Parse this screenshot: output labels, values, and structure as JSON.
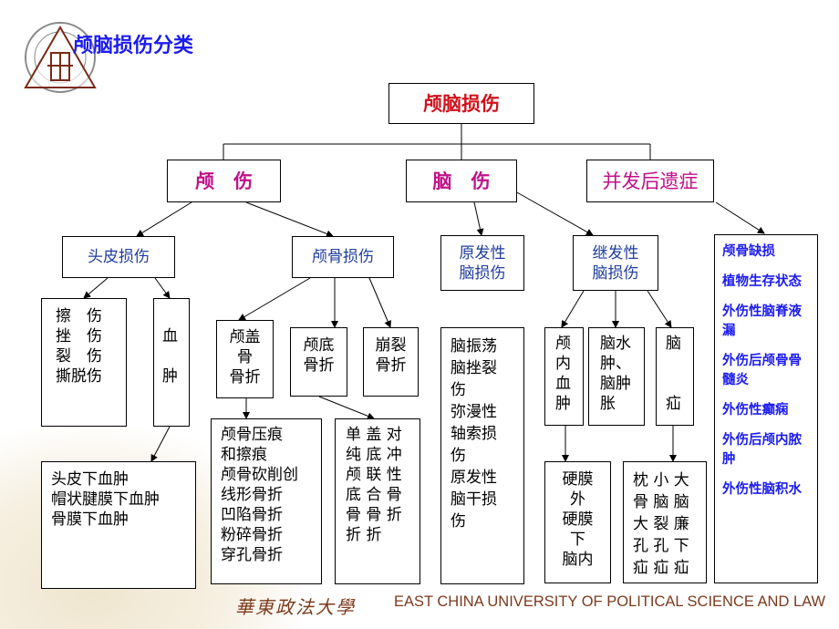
{
  "title": "颅脑损伤分类",
  "root": "颅脑损伤",
  "level1": {
    "skull": "颅　伤",
    "brain": "脑　伤",
    "sequelae": "并发后遗症"
  },
  "scalp_injury": "头皮损伤",
  "skull_injury": "颅骨损伤",
  "primary_brain": "原发性\n脑损伤",
  "secondary_brain": "继发性\n脑损伤",
  "scalp_wounds": "擦　伤\n挫　伤\n裂　伤\n撕脱伤",
  "hematoma": "血\n\n肿",
  "scalp_hematoma_types": "头皮下血肿\n帽状腱膜下血肿\n骨膜下血肿",
  "vault_fracture": "颅盖\n骨\n骨折",
  "base_fracture": "颅底\n骨折",
  "cracked_fracture": "崩裂\n骨折",
  "vault_fracture_types": "颅骨压痕\n和擦痕\n颅骨砍削创\n线形骨折\n凹陷骨折\n粉碎骨折\n穿孔骨折",
  "fracture_mechanisms": "单 盖 对\n纯 底 冲\n颅 联 性\n底 合 骨\n骨 骨 折\n折 折",
  "primary_types": "脑振荡\n脑挫裂\n伤\n弥漫性\n轴索损\n伤\n原发性\n脑干损\n伤",
  "intracranial_hematoma": "颅\n内\n血\n肿",
  "edema": "脑水\n肿、\n脑肿\n胀",
  "herniation": "脑\n\n\n疝",
  "hematoma_types": "硬膜\n外\n硬膜\n下\n脑内",
  "herniation_types": "枕 小 大\n骨 脑 脑\n大 裂 廉\n孔 孔 下\n疝 疝 疝",
  "sequelae_items": [
    "颅骨缺损",
    "植物生存状态",
    "外伤性脑脊液漏",
    "外伤后颅骨骨髓炎",
    "外伤性癫痫",
    "外伤后颅内脓肿",
    "外伤性脑积水"
  ],
  "footer": {
    "cn": "華東政法大學",
    "en": "EAST CHINA UNIVERSITY OF POLITICAL SCIENCE AND LAW"
  }
}
